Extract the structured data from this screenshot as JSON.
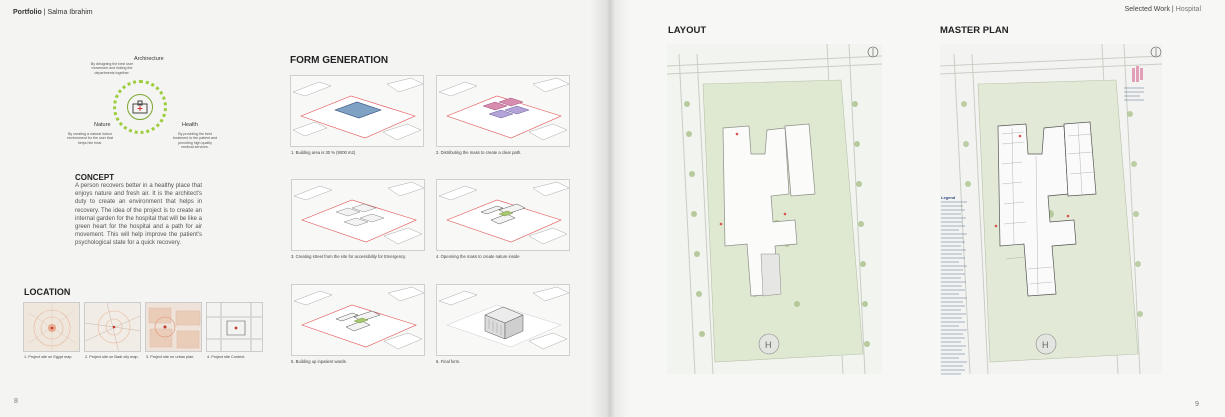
{
  "header": {
    "left_bold": "Portfolio",
    "left_sep": " | ",
    "left_name": "Salma Ibrahim",
    "right_title": "Selected Work",
    "right_sep": " | ",
    "right_project": "Hospital"
  },
  "page_numbers": {
    "left": "8",
    "right": "9"
  },
  "diagram": {
    "label_architecture": "Archirecture",
    "label_nature": "Nature",
    "label_health": "Health",
    "text_architecture": "By designing the best user movement and linking the departments together.",
    "text_nature": "By creating a natural indoor environment for the user that helps him heal.",
    "text_health": "By providing the best treatment to the patient and providing high quality medical services."
  },
  "concept": {
    "title": "CONCEPT",
    "body": "A person recovers better in a healthy place that enjoys nature and fresh air. It is the architect's duty to create an environment that helps in recovery. The idea of the project is to create an internal garden for the hospital that will be like a green heart for the hospital and a path for air movement. This will help improve the patient's psychological state for a quick recovery."
  },
  "location": {
    "title": "LOCATION",
    "captions": [
      "1. Project site on Egypt map.",
      "2. Project site on Badr city map.",
      "3. Project site on urban plan.",
      "4. Project site Context."
    ]
  },
  "form_generation": {
    "title": "FORM GENERATION",
    "steps": [
      "1. Building area is 30 % (9000 m2)",
      "2. Distributing the mass to create a clear path.",
      "3. Creating street from the site for accessibility for Emergency.",
      "4. Openning the mass to create nature inside",
      "5. Building up inpatient wards.",
      "6. Final form."
    ]
  },
  "layout": {
    "title": "LAYOUT"
  },
  "master_plan": {
    "title": "MASTER PLAN",
    "legend_title": "Legend"
  },
  "colors": {
    "accent_green": "#9ccd3c",
    "site_red": "#d9534f",
    "plan_green": "#cfdcbf",
    "legend_blue": "#2f4a7a"
  }
}
